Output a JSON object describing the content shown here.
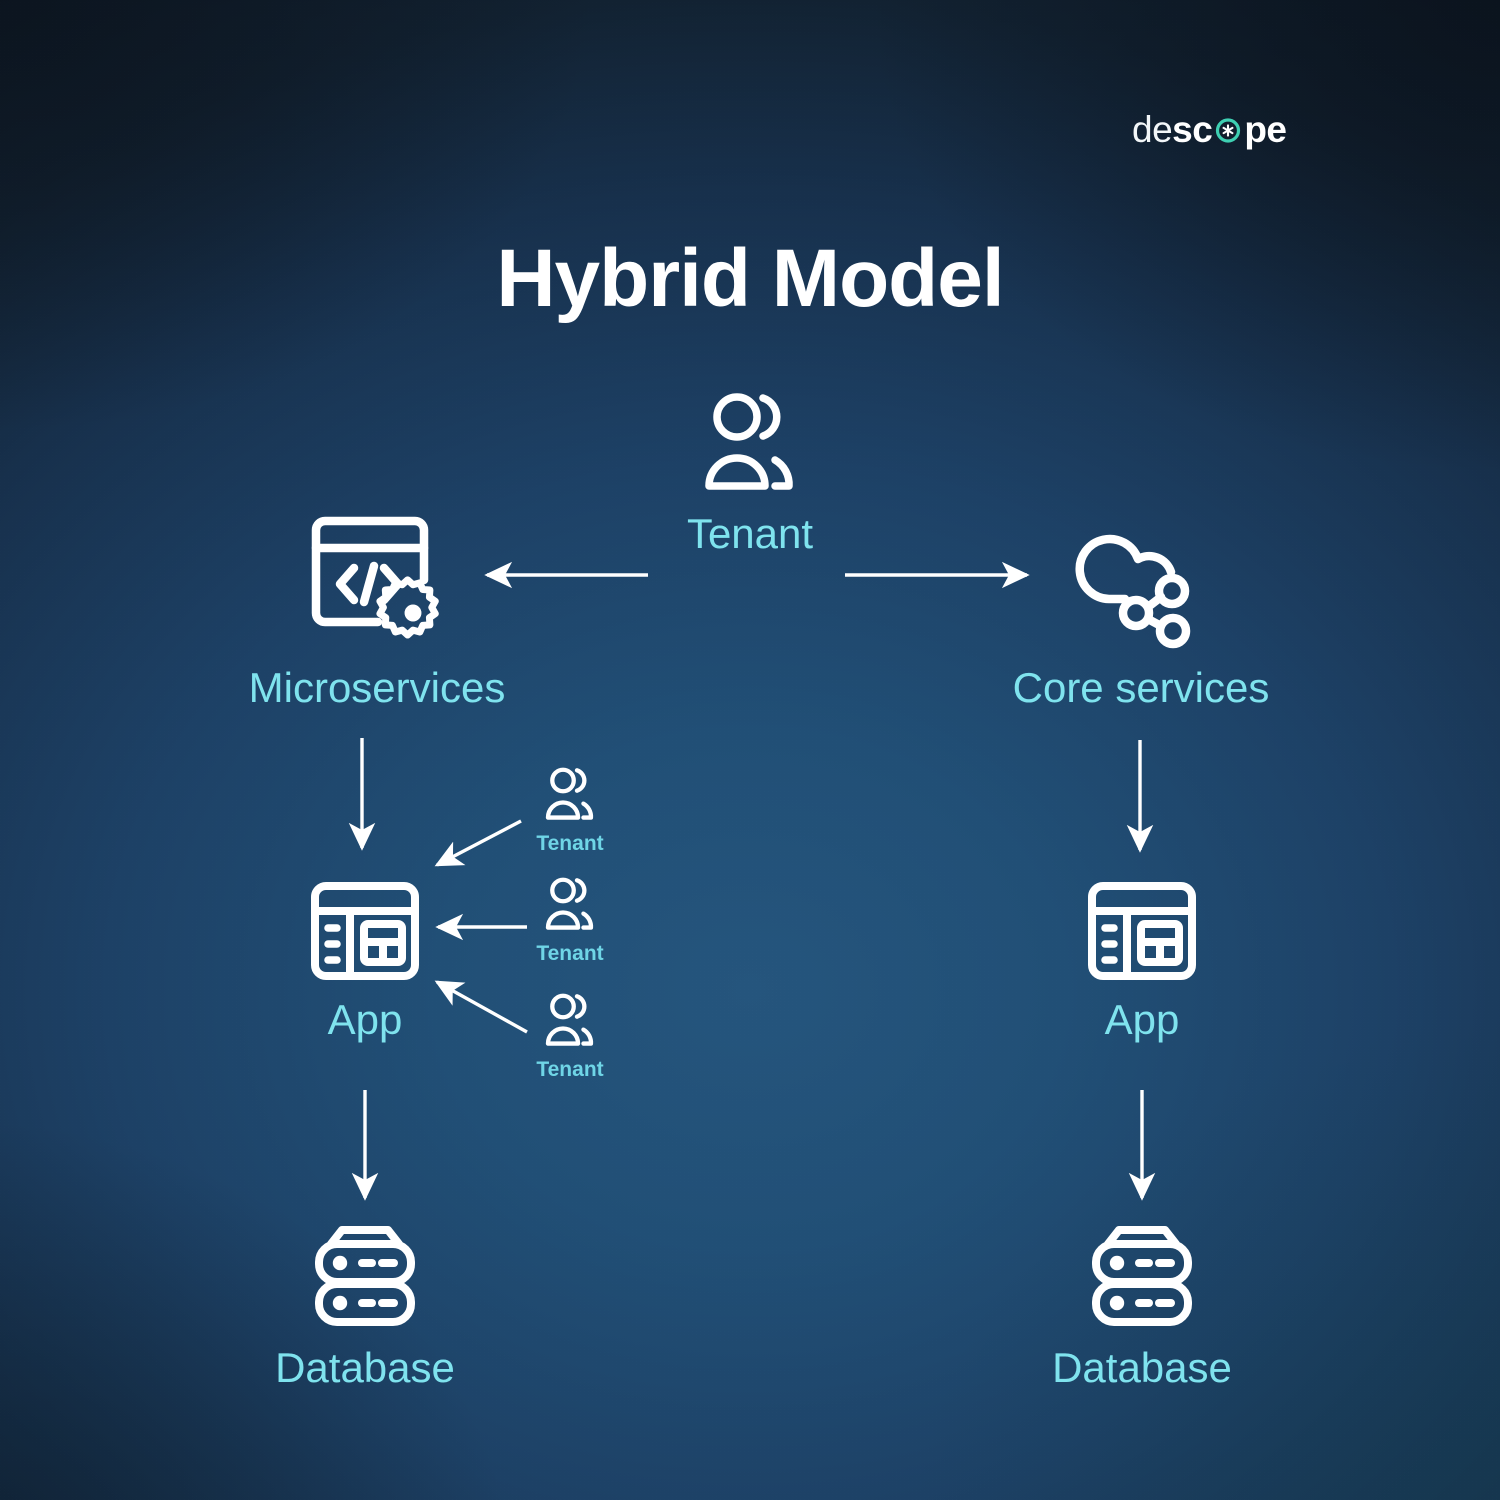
{
  "brand": {
    "logo_text_1": "de",
    "logo_text_2": "sc",
    "logo_text_3": "pe",
    "logo_mark": "asterisk-in-ring",
    "accent_color": "#3ecfb2",
    "logo_color": "#ffffff"
  },
  "title": "Hybrid Model",
  "colors": {
    "label_cyan": "#7fe3ee",
    "mini_label_cyan": "#6fd5e6",
    "icon_white": "#ffffff",
    "bg_center": "#21507a",
    "bg_corner_dark": "#111d2a",
    "bg_corner_teal": "#1c4358"
  },
  "diagram": {
    "type": "architecture-flow",
    "top": {
      "icon": "users-icon",
      "label": "Tenant"
    },
    "branches": [
      {
        "side": "left",
        "service": {
          "icon": "code-window-gear-icon",
          "label": "Microservices"
        },
        "app": {
          "icon": "app-window-icon",
          "label": "App"
        },
        "database": {
          "icon": "server-database-icon",
          "label": "Database"
        },
        "tenants": [
          {
            "icon": "users-icon",
            "label": "Tenant"
          },
          {
            "icon": "users-icon",
            "label": "Tenant"
          },
          {
            "icon": "users-icon",
            "label": "Tenant"
          }
        ]
      },
      {
        "side": "right",
        "service": {
          "icon": "cloud-network-icon",
          "label": "Core services"
        },
        "app": {
          "icon": "app-window-icon",
          "label": "App"
        },
        "database": {
          "icon": "server-database-icon",
          "label": "Database"
        },
        "tenants": []
      }
    ],
    "connections": [
      {
        "from": "Tenant",
        "to": "Microservices",
        "direction": "left"
      },
      {
        "from": "Tenant",
        "to": "Core services",
        "direction": "right"
      },
      {
        "from": "Microservices",
        "to": "App (left)",
        "direction": "down"
      },
      {
        "from": "Core services",
        "to": "App (right)",
        "direction": "down"
      },
      {
        "from": "App (left)",
        "to": "Database (left)",
        "direction": "down"
      },
      {
        "from": "App (right)",
        "to": "Database (right)",
        "direction": "down"
      },
      {
        "from": "Tenant 1",
        "to": "App (left)",
        "direction": "diagonal-down-left"
      },
      {
        "from": "Tenant 2",
        "to": "App (left)",
        "direction": "left"
      },
      {
        "from": "Tenant 3",
        "to": "App (left)",
        "direction": "diagonal-up-left"
      }
    ]
  }
}
